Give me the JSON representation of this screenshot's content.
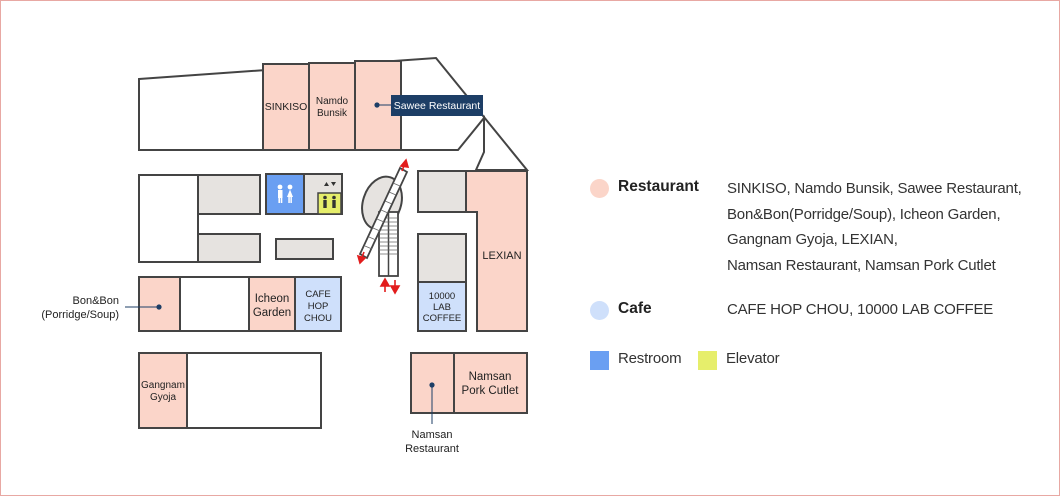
{
  "colors": {
    "restaurant": "#fbd5c9",
    "cafe": "#cfe0fb",
    "restroom": "#6a9ff2",
    "elevator": "#e6ee6b",
    "empty_block": "#e6e3e0",
    "wall": "#444444",
    "label_box": "#1d3e66",
    "arrow": "#e21d1d"
  },
  "map": {
    "stores": {
      "sinkiso": "SINKISO",
      "namdo_bunsik": [
        "Namdo",
        "Bunsik"
      ],
      "sawee": "Sawee Restaurant",
      "lexian": "LEXIAN",
      "bonbon": [
        "Bon&Bon",
        "(Porridge/Soup)"
      ],
      "icheon": [
        "Icheon",
        "Garden"
      ],
      "cafe_hop": [
        "CAFE",
        "HOP",
        "CHOU"
      ],
      "lab_coffee": [
        "10000",
        "LAB",
        "COFFEE"
      ],
      "gangnam": [
        "Gangnam",
        "Gyoja"
      ],
      "namsan_pork": [
        "Namsan",
        "Pork Cutlet"
      ],
      "namsan_restaurant": [
        "Namsan",
        "Restaurant"
      ]
    },
    "icons": {
      "restroom": "restroom-icon",
      "elevator": "elevator-icon",
      "escalator": "escalator-icon"
    }
  },
  "legend": {
    "restaurant": {
      "label": "Restaurant",
      "lines": [
        "SINKISO, Namdo Bunsik, Sawee Restaurant,",
        "Bon&Bon(Porridge/Soup), Icheon Garden,",
        "Gangnam Gyoja, LEXIAN,",
        "Namsan Restaurant, Namsan Pork Cutlet"
      ]
    },
    "cafe": {
      "label": "Cafe",
      "list": "CAFE HOP CHOU, 10000 LAB COFFEE"
    },
    "restroom": {
      "label": "Restroom"
    },
    "elevator": {
      "label": "Elevator"
    }
  }
}
